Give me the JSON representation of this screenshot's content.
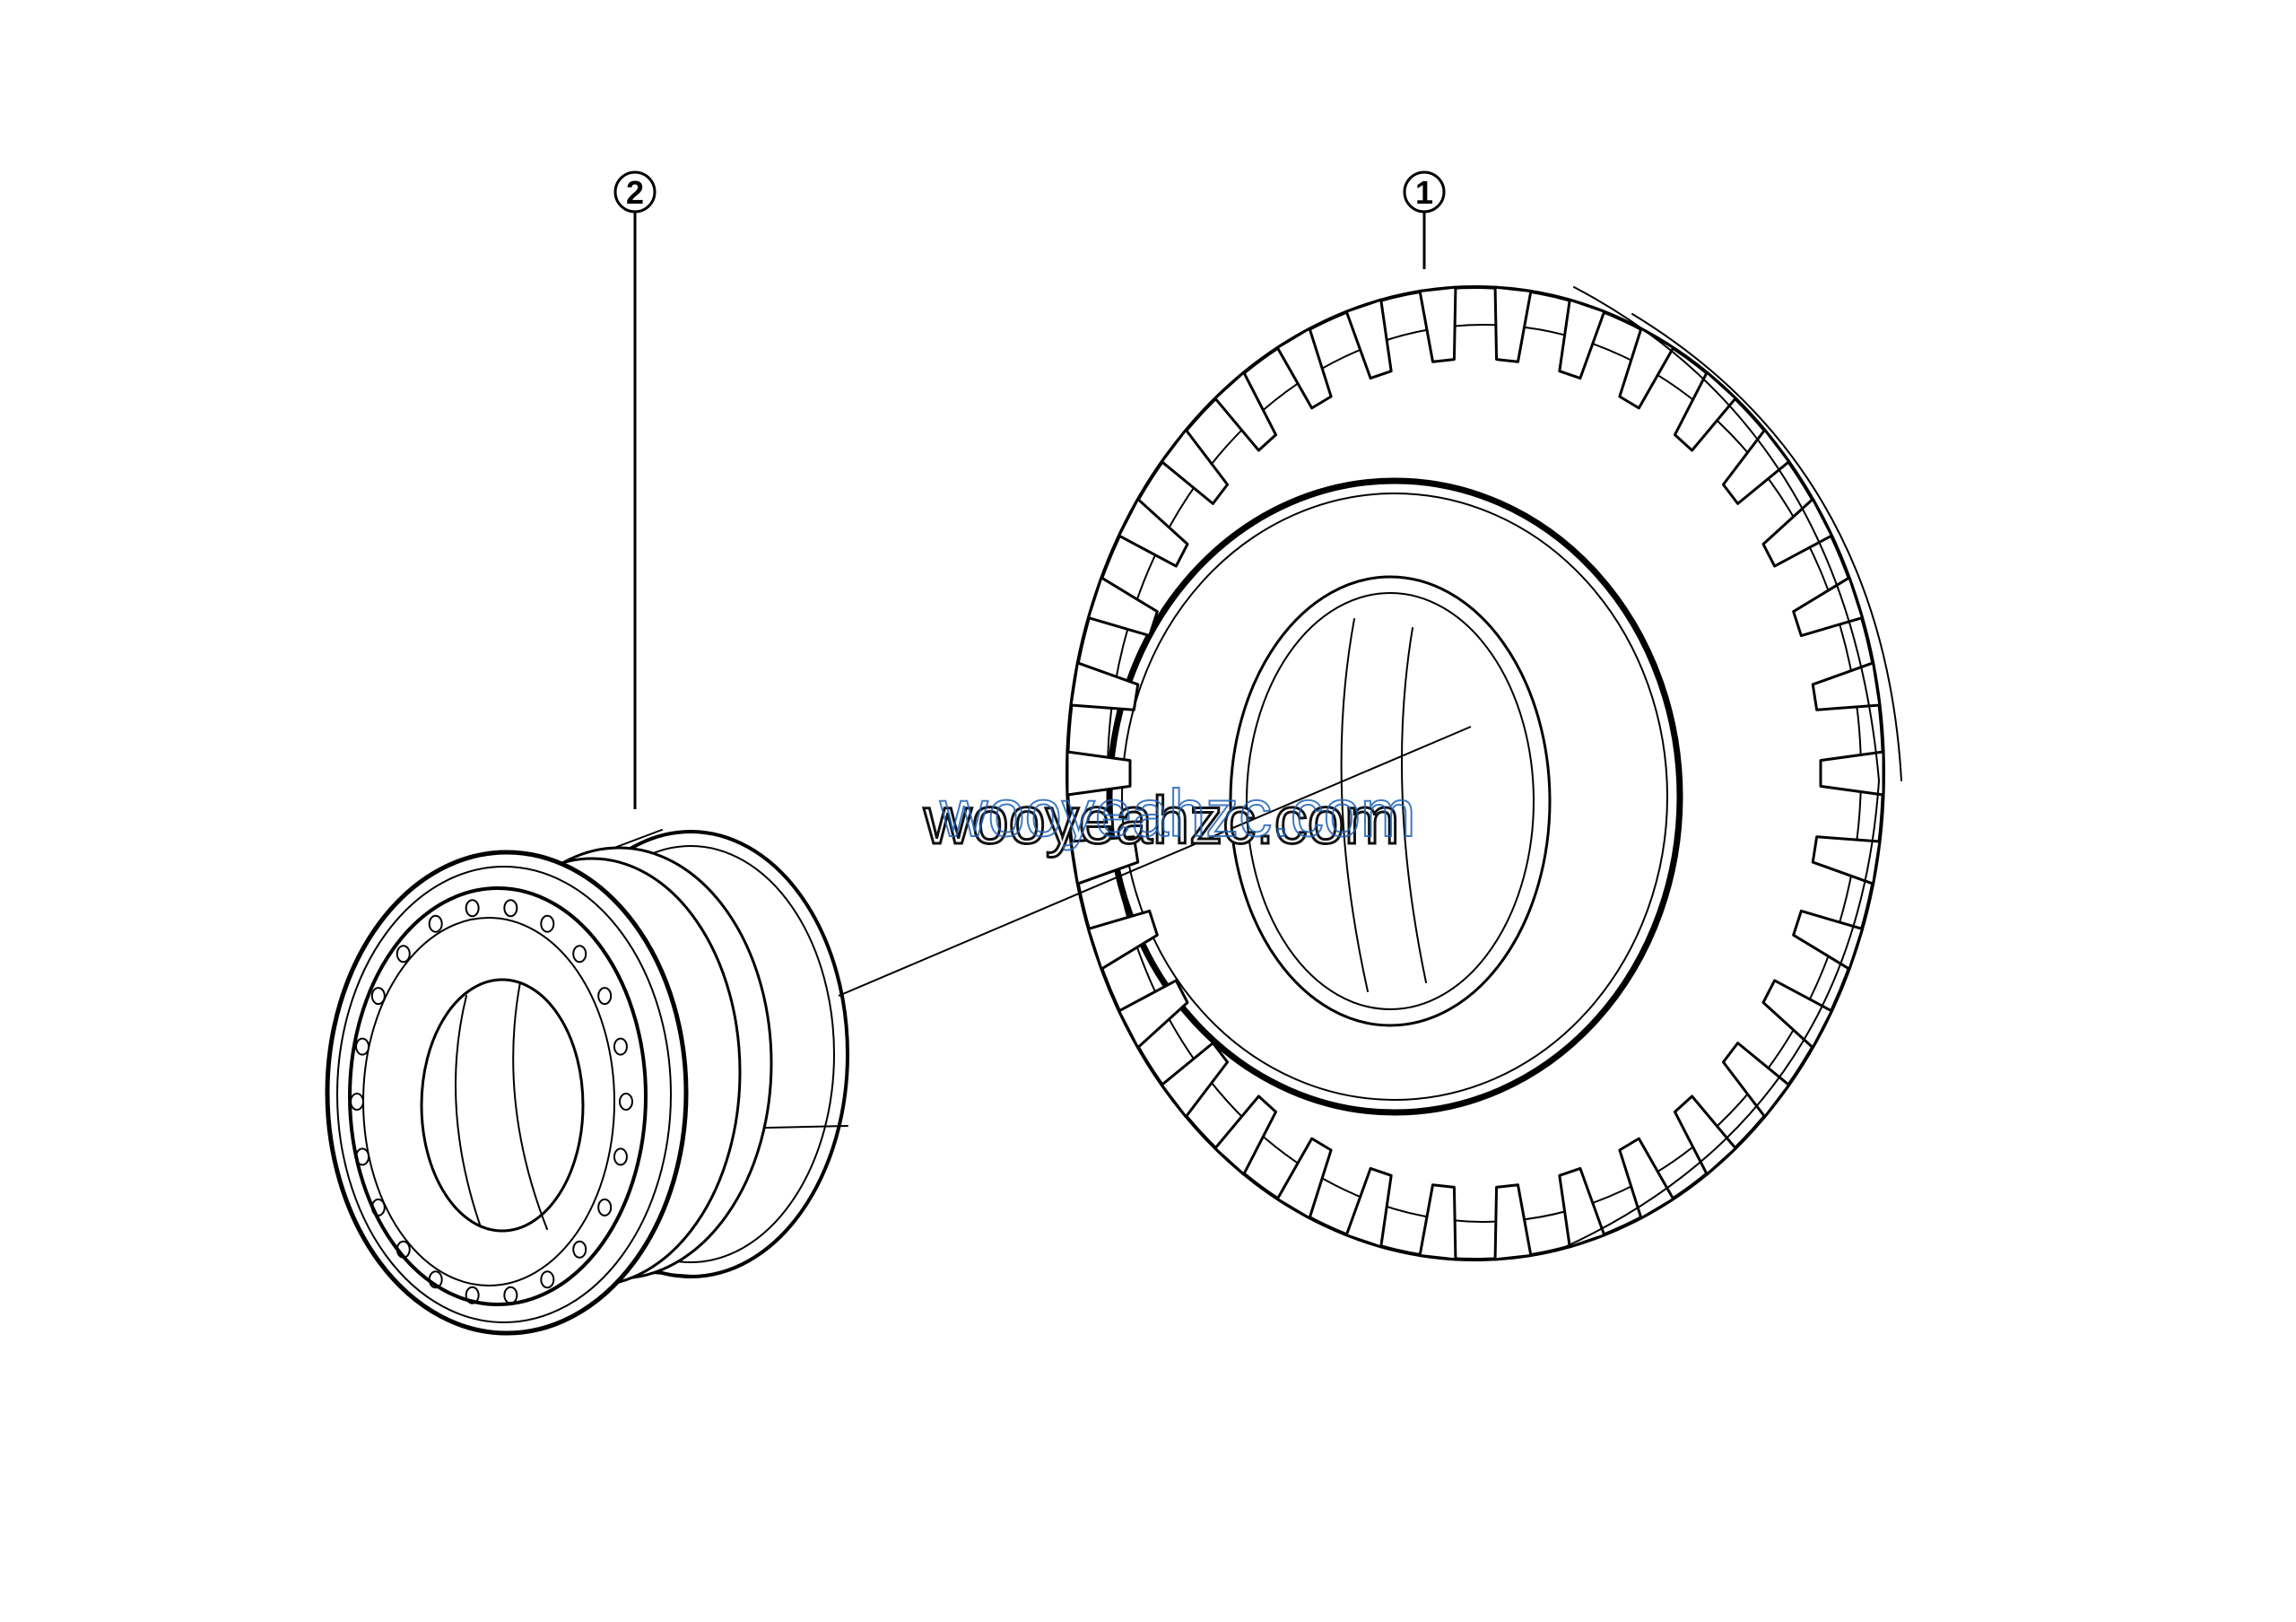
{
  "callouts": [
    {
      "id": "tire",
      "label": "1"
    },
    {
      "id": "rim",
      "label": "2"
    }
  ],
  "watermark": {
    "outline_text": "wooyeahzc.com",
    "overlay_text": "wooyeahzc.com",
    "outline_color": "#111111",
    "overlay_color": "#1f62b8"
  },
  "parts": [
    {
      "callout": "1",
      "icon": "tire-icon"
    },
    {
      "callout": "2",
      "icon": "rim-icon"
    }
  ]
}
